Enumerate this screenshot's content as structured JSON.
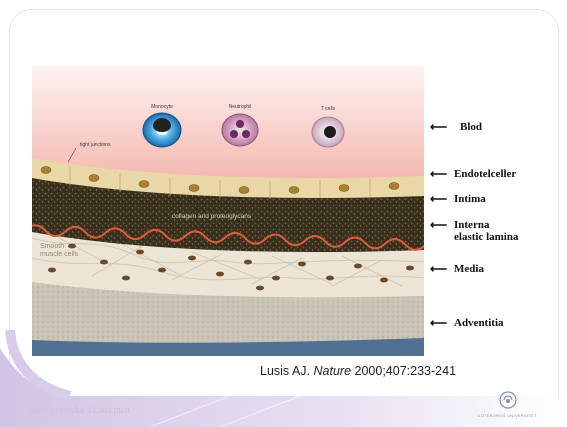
{
  "labels": {
    "blod": "Blod",
    "endotelceller": "Endotelceller",
    "intima": "Intima",
    "interna": "Interna\nelastic lamina",
    "media": "Media",
    "adventitia": "Adventitia"
  },
  "illustration": {
    "cells": {
      "monocyte": "Monocyte",
      "neutrophil": "Neutrophil",
      "t_cell": "T cells"
    },
    "tight_junctions": "tight junctions",
    "collagen": "collagen and proteoglycans",
    "smooth_muscle": "Smooth\nmuscle cells"
  },
  "citation": {
    "author": "Lusis AJ.",
    "journal": "Nature",
    "ref": "2000;407:233-241"
  },
  "footer": {
    "left": "Sahlgrenska akademin",
    "right": "GÖTEBORGS UNIVERSITET"
  },
  "colors": {
    "blood_top": "#fbe6e1",
    "blood_bottom": "#e0686a",
    "intima": "#3a3020",
    "wave": "#e25a3c",
    "media": "#ece4d4",
    "adventitia": "#c8c2b4",
    "base": "#4f7090",
    "footer_band": "#d9ccea"
  }
}
